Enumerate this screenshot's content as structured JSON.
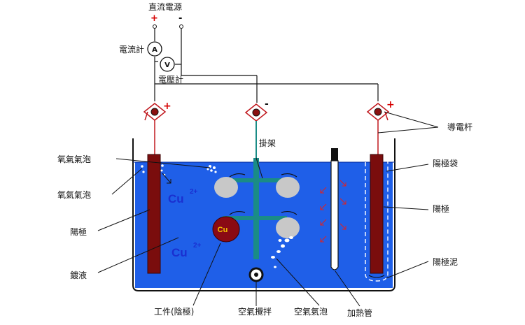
{
  "power_supply": {
    "title": "直流電源",
    "positive": "+",
    "negative": "-"
  },
  "ammeter": {
    "label": "電流計",
    "symbol": "A"
  },
  "voltmeter": {
    "label": "電壓計",
    "symbol": "V"
  },
  "polarity": {
    "left_anode": "+",
    "cathode_bar": "-",
    "right_anode": "+"
  },
  "labels": {
    "conductive_rod": "導電杆",
    "hanger": "掛架",
    "oxygen_bubbles_1": "氧氣氣泡",
    "oxygen_bubbles_2": "氧氣氣泡",
    "anode_left": "陽極",
    "plating_solution": "鍍液",
    "workpiece": "工件(陰極)",
    "air_agitation": "空氣攪拌",
    "air_bubbles": "空氣氣泡",
    "heater_tube": "加熱管",
    "anode_bag": "陽極袋",
    "anode_right": "陽極",
    "anode_sludge": "陽極泥"
  },
  "ions": {
    "upper": "Cu",
    "upper_charge": "2+",
    "lower": "Cu",
    "lower_charge": "2+"
  },
  "workpiece_text": "Cu",
  "colors": {
    "solution": "#1f5fe8",
    "anode": "#7a0d0d",
    "hanger": "#1a8c86",
    "ion_text": "#1a2fd0",
    "positive": "#d60000",
    "workpiece": "#8a0a14",
    "heat_arrow": "#e02020"
  }
}
